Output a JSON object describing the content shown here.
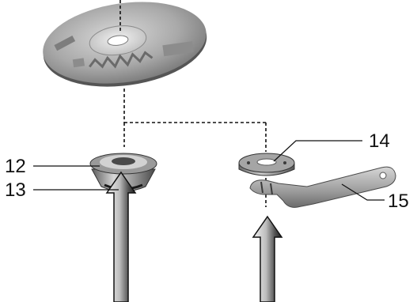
{
  "callouts": {
    "c12": "12",
    "c13": "13",
    "c14": "14",
    "c15": "15"
  },
  "disc_print": {
    "line1": "",
    "line2": ""
  },
  "colors": {
    "ink": "#111111",
    "disc_light": "#c9c9c9",
    "disc_dark": "#6f6f6f",
    "metal_light": "#d8d8d8",
    "metal_dark": "#5a5a5a",
    "arrow_light": "#e9e9e9",
    "arrow_dark": "#222222"
  }
}
